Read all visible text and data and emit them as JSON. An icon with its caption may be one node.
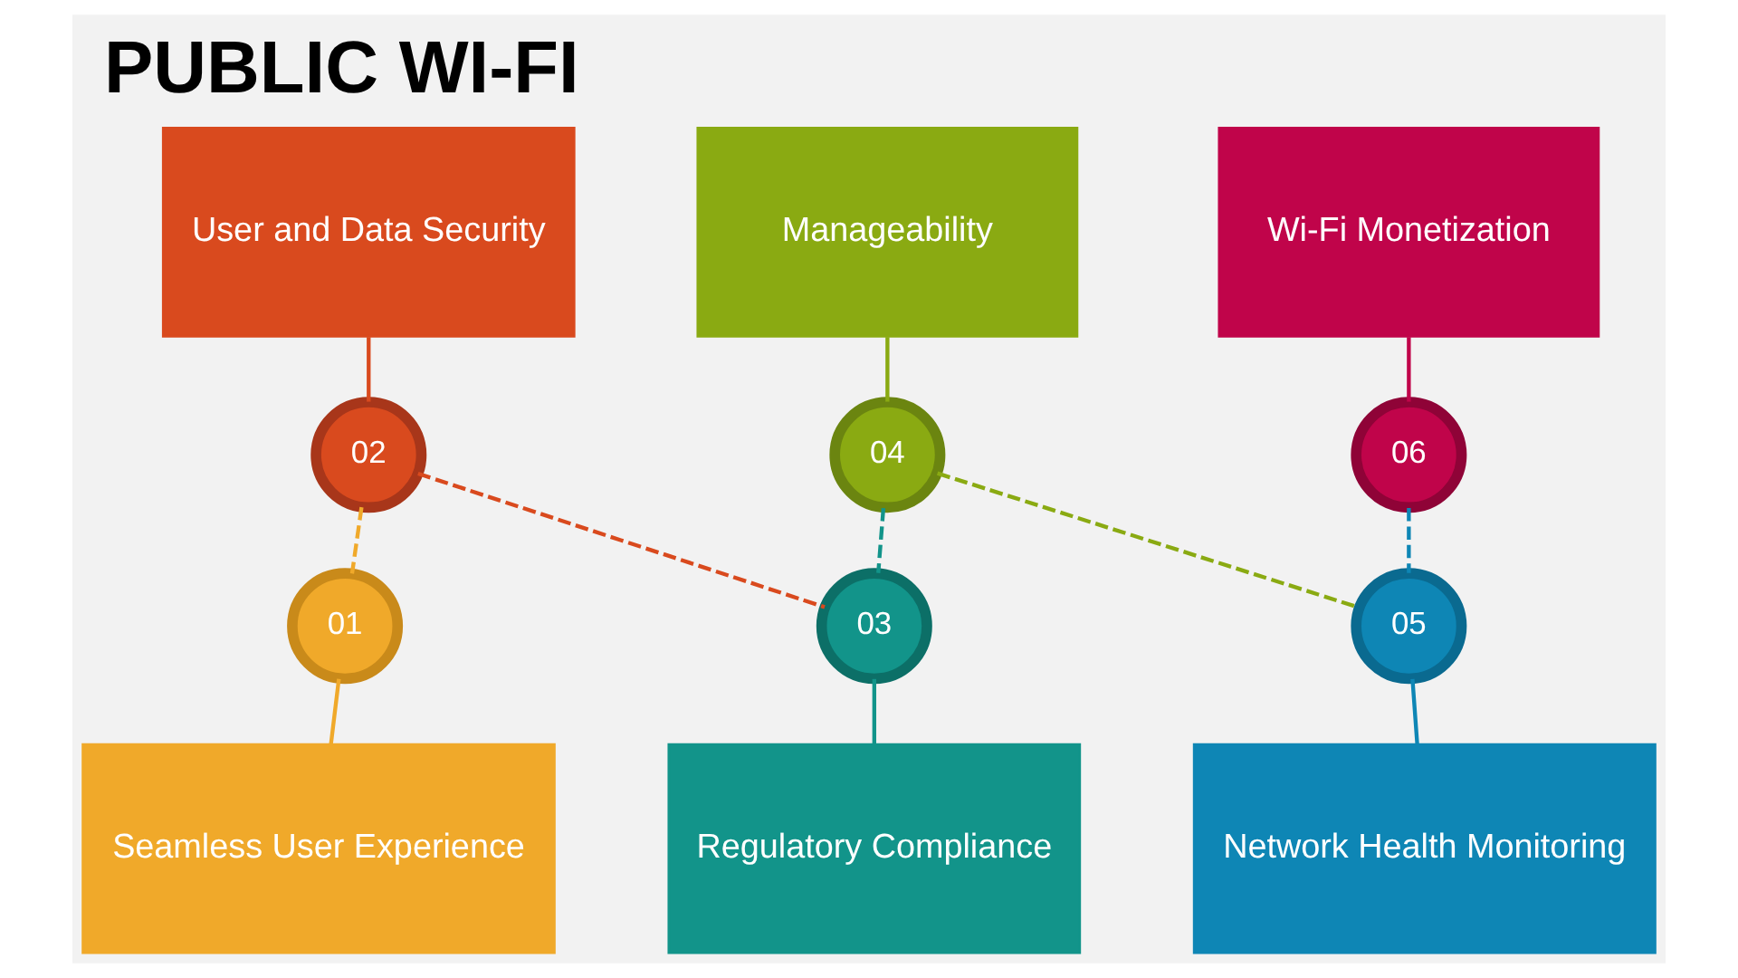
{
  "diagram": {
    "title": "PUBLIC WI-FI",
    "nodes": [
      {
        "text": [
          "User and Data Security"
        ]
      },
      {
        "text": [
          "Manageability"
        ]
      },
      {
        "text": [
          "Wi-Fi Monetization"
        ]
      },
      {
        "text": [
          "01"
        ]
      },
      {
        "text": [
          "02"
        ]
      },
      {
        "text": [
          "03"
        ]
      },
      {
        "text": [
          "04"
        ]
      },
      {
        "text": [
          "05"
        ]
      },
      {
        "text": [
          "06"
        ]
      },
      {
        "text": [
          "Seamless User Experience"
        ]
      },
      {
        "text": [
          "Regulatory Compliance"
        ]
      },
      {
        "text": [
          "Network Health Monitoring"
        ]
      }
    ],
    "edges": [
      {
        "from": 0,
        "to": 4,
        "arrow": "none",
        "color": "#d94a1e"
      },
      {
        "from": 1,
        "to": 6,
        "arrow": "none",
        "color": "#8aaa12"
      },
      {
        "from": 2,
        "to": 8,
        "arrow": "none",
        "color": "#c0044a"
      },
      {
        "from": 4,
        "to": 3,
        "arrow": "none",
        "style": "dashed",
        "color": "#f0a92a"
      },
      {
        "from": 4,
        "to": 5,
        "arrow": "none",
        "style": "dashed",
        "color": "#d94a1e"
      },
      {
        "from": 6,
        "to": 5,
        "arrow": "none",
        "style": "dashed",
        "color": "#12948a"
      },
      {
        "from": 6,
        "to": 7,
        "arrow": "none",
        "style": "dashed",
        "color": "#8aaa12"
      },
      {
        "from": 8,
        "to": 7,
        "arrow": "none",
        "style": "dashed",
        "color": "#0e86b5"
      },
      {
        "from": 3,
        "to": 9,
        "arrow": "none",
        "color": "#f0a92a"
      },
      {
        "from": 5,
        "to": 10,
        "arrow": "none",
        "color": "#12948a"
      },
      {
        "from": 7,
        "to": 11,
        "arrow": "none",
        "color": "#0e86b5"
      }
    ]
  }
}
